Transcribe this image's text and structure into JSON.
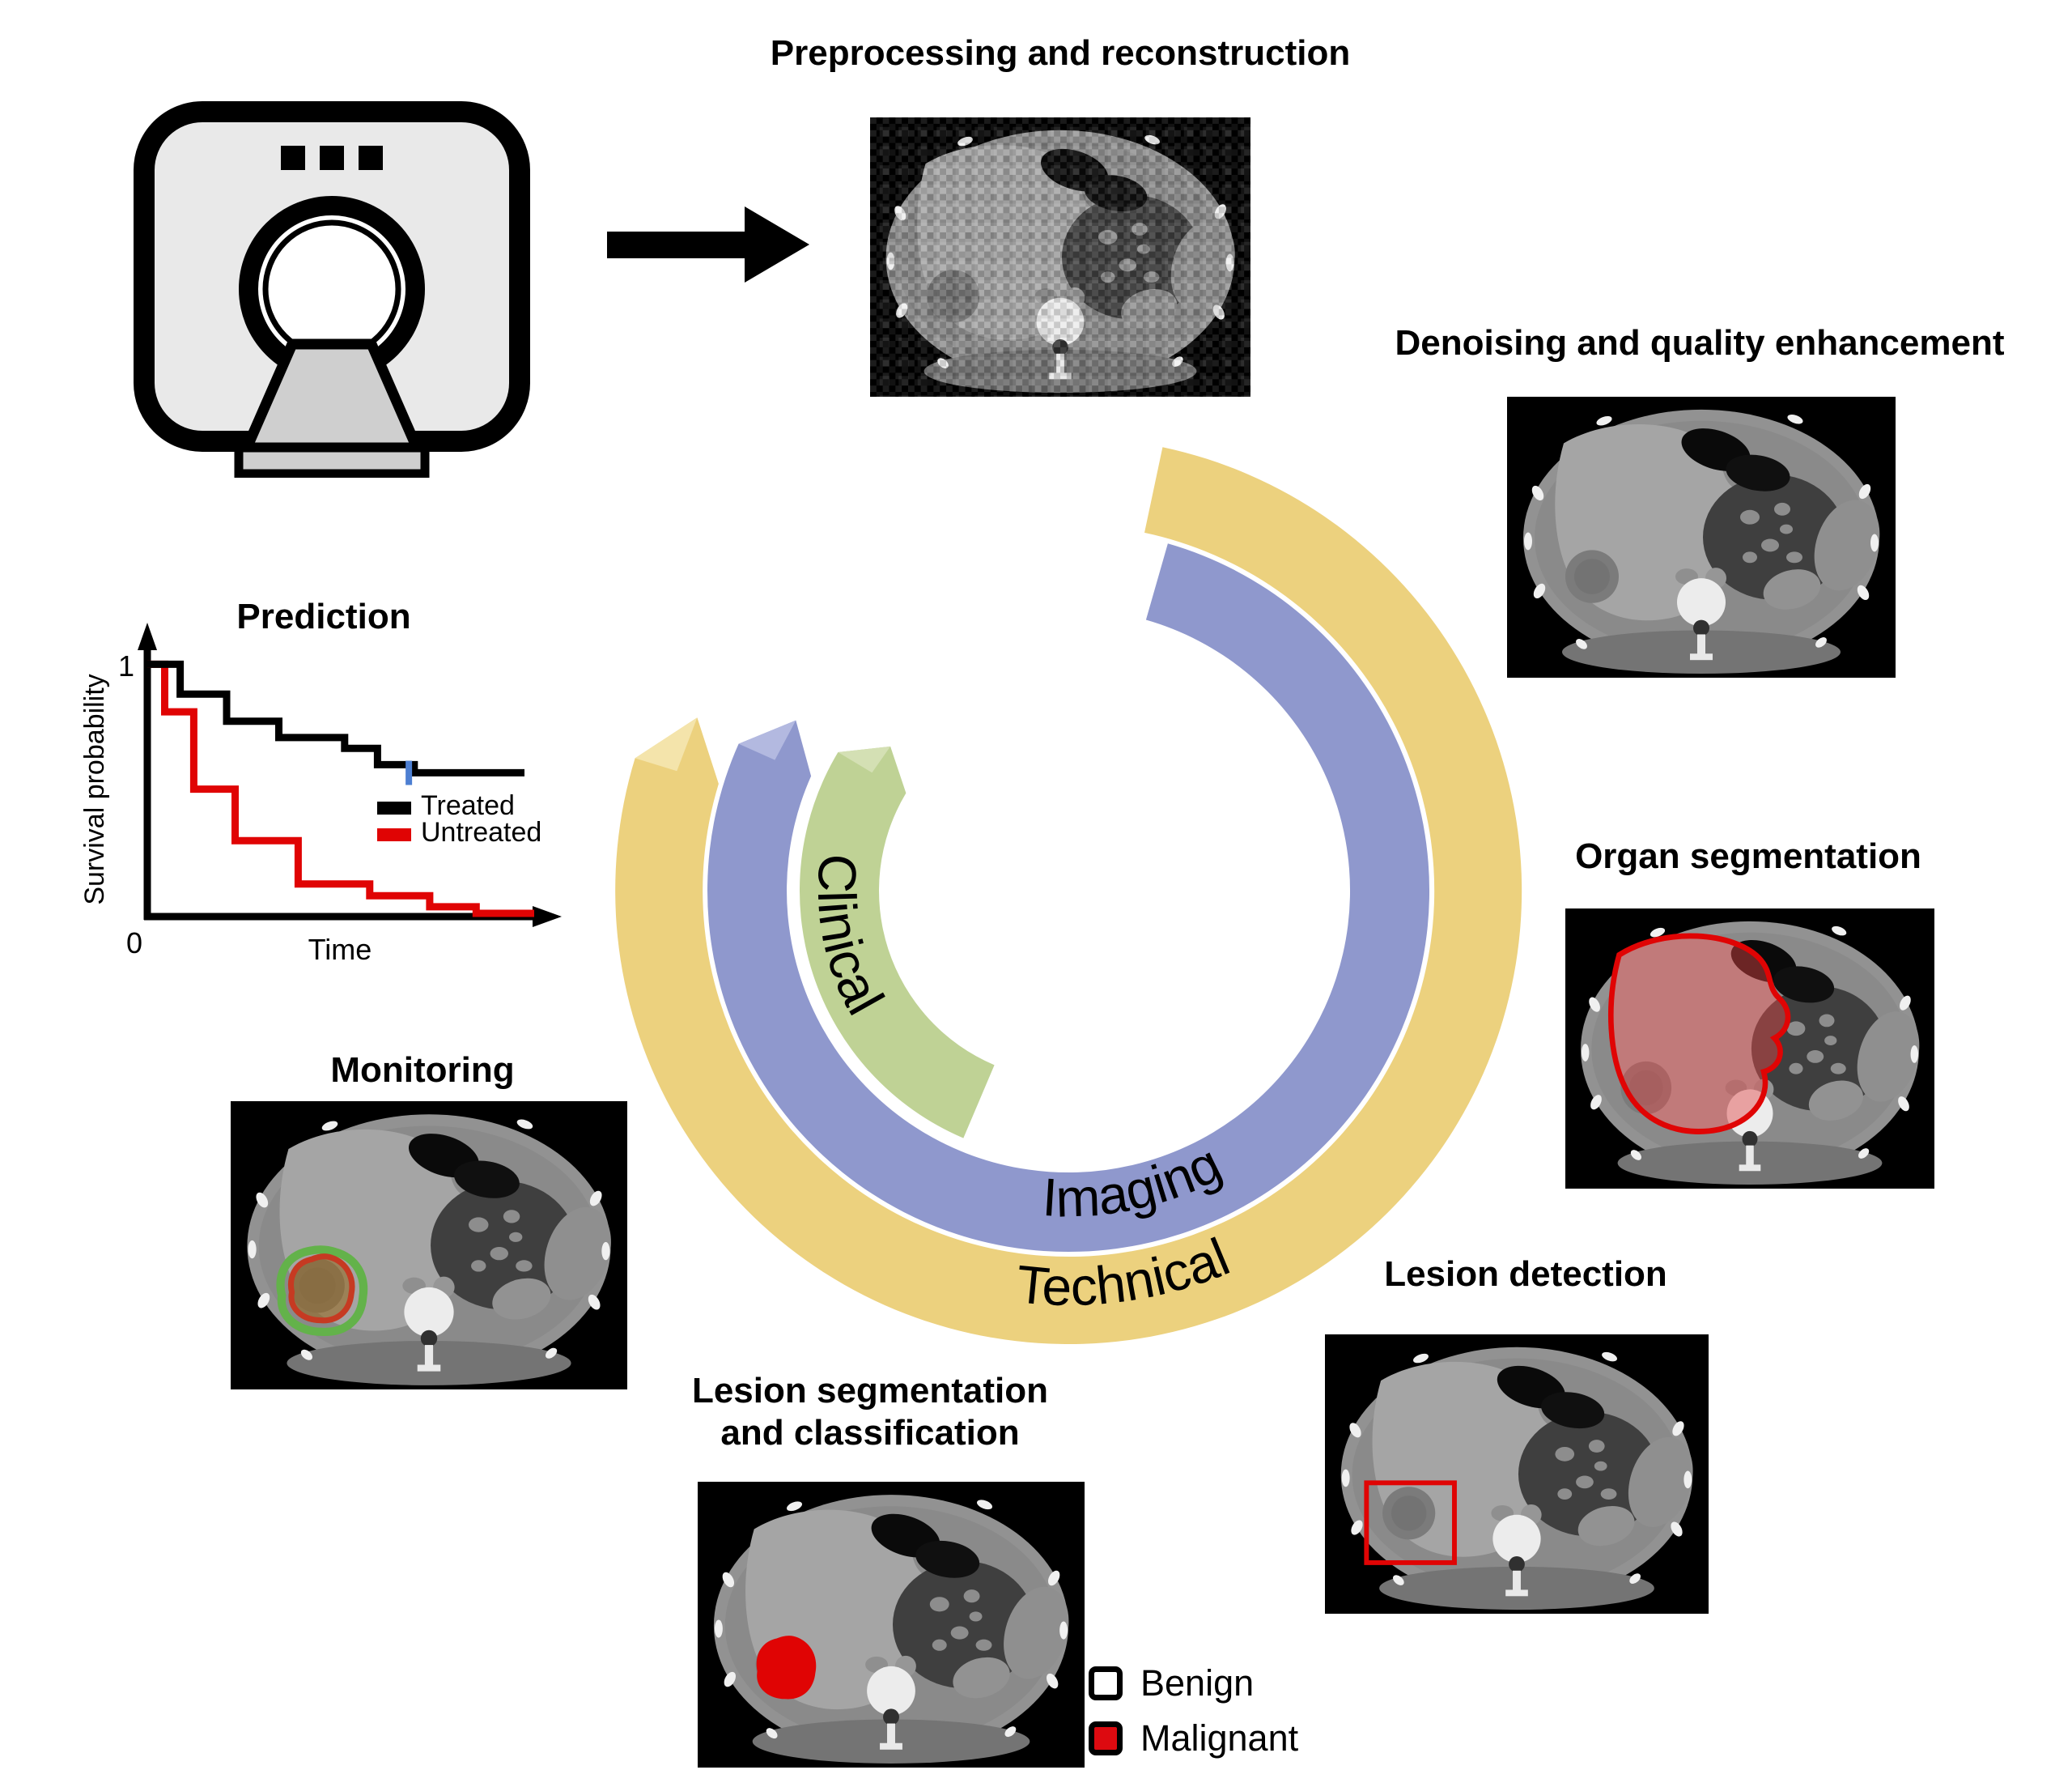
{
  "figure": {
    "scanner": {
      "icon": "ct-scanner-icon"
    },
    "flow": {
      "arrow_icon": "right-arrow-icon"
    },
    "steps": {
      "preprocessing": {
        "title": "Preprocessing and reconstruction"
      },
      "denoising": {
        "title": "Denoising and quality enhancement"
      },
      "organ_segmentation": {
        "title": "Organ segmentation"
      },
      "lesion_detection": {
        "title": "Lesion detection"
      },
      "lesion_segmentation": {
        "title_line1": "Lesion segmentation",
        "title_line2": "and classification"
      },
      "monitoring": {
        "title": "Monitoring"
      },
      "prediction": {
        "title": "Prediction"
      }
    },
    "rings": {
      "technical": {
        "label": "Technical",
        "color": "#ecd17e"
      },
      "imaging": {
        "label": "Imaging",
        "color": "#8f98cd"
      },
      "clinical": {
        "label": "Clinical",
        "color": "#bfd295"
      }
    },
    "classification_legend": {
      "benign": {
        "label": "Benign",
        "color": "#ffffff"
      },
      "malignant": {
        "label": "Malignant",
        "color": "#dd0a10"
      }
    },
    "overlay_colors": {
      "segmentation_red": "#e00404",
      "monitoring_outer_green": "#63b24a",
      "monitoring_inner_red": "#c63a22"
    }
  },
  "chart_data": {
    "type": "line",
    "subtype": "kaplan-meier-step",
    "title": "Prediction",
    "xlabel": "Time",
    "ylabel": "Survival probability",
    "x_origin_label": "0",
    "y_max_label": "1",
    "xlim": [
      0,
      1
    ],
    "ylim": [
      0,
      1
    ],
    "grid": false,
    "legend_position": "inside-right",
    "series": [
      {
        "name": "Treated",
        "color": "#000000",
        "points": [
          [
            0,
            0.93
          ],
          [
            0.085,
            0.82
          ],
          [
            0.205,
            0.72
          ],
          [
            0.34,
            0.66
          ],
          [
            0.51,
            0.62
          ],
          [
            0.595,
            0.56
          ],
          [
            0.69,
            0.53
          ]
        ],
        "end_time": 0.975
      },
      {
        "name": "Untreated",
        "color": "#e00404",
        "points": [
          [
            0,
            0.93
          ],
          [
            0.045,
            0.755
          ],
          [
            0.12,
            0.47
          ],
          [
            0.227,
            0.28
          ],
          [
            0.39,
            0.12
          ],
          [
            0.575,
            0.077
          ],
          [
            0.73,
            0.036
          ],
          [
            0.85,
            0.012
          ]
        ],
        "end_time": 1.0
      }
    ],
    "censor_mark": {
      "series": "Treated",
      "time": 0.676,
      "survival": 0.53,
      "color": "#4d7fd2"
    }
  }
}
